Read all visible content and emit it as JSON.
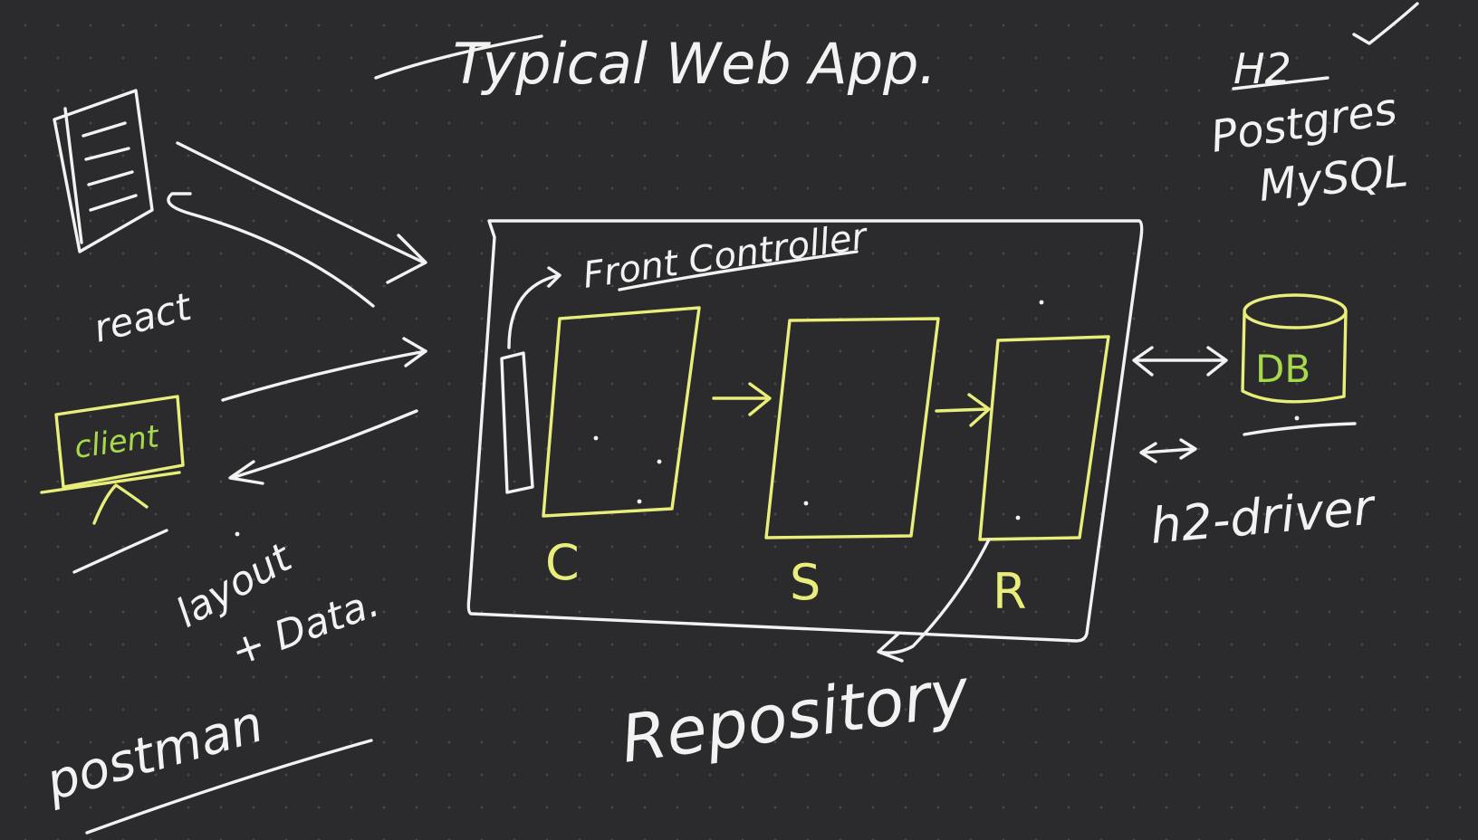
{
  "title": "Typical Web App.",
  "front_controller": "Front Controller",
  "left": {
    "react": "react",
    "client": "client",
    "layout": "layout",
    "data": "+ Data.",
    "postman": "postman"
  },
  "layers": {
    "c": "C",
    "s": "S",
    "r": "R"
  },
  "repository": "Repository",
  "db": {
    "label": "DB",
    "options": [
      "H2",
      "Postgres",
      "MySQL"
    ],
    "driver": "h2-driver"
  },
  "colors": {
    "background": "#2b2b2e",
    "white_ink": "#f2f2f2",
    "yellow_ink": "#e9ee7a",
    "green_ink": "#a7d94b"
  }
}
